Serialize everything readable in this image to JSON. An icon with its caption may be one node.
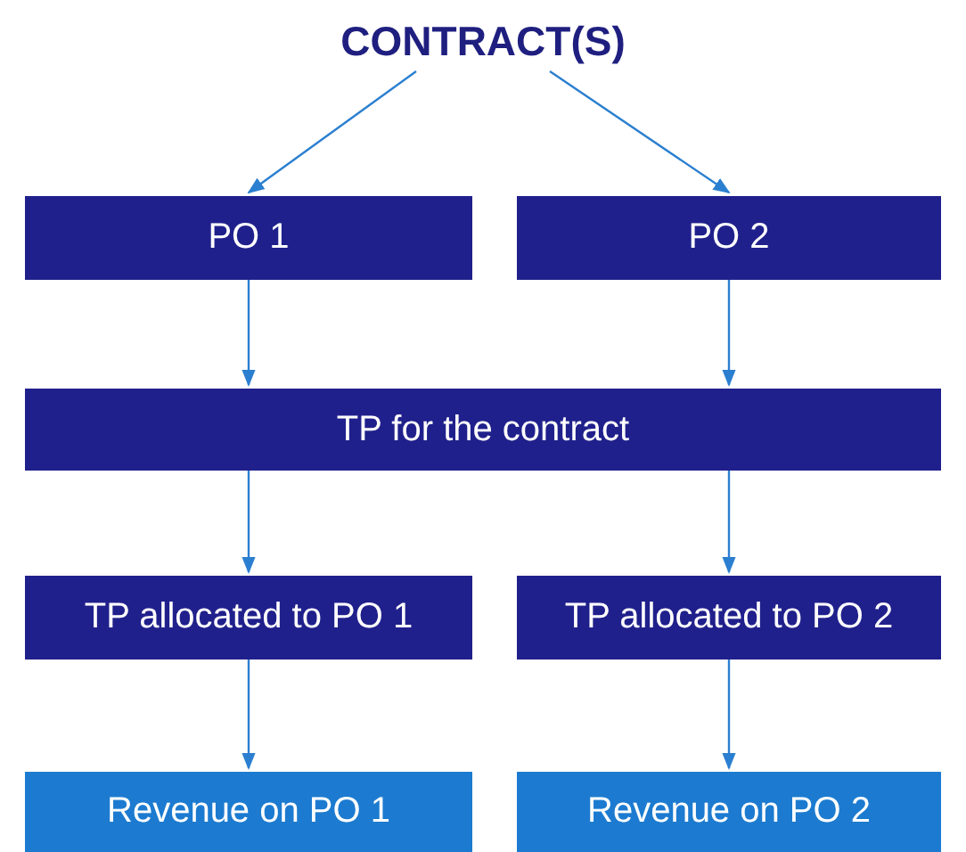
{
  "diagram": {
    "nodes": [
      {
        "text": [
          "CONTRACT(S)"
        ]
      },
      {
        "text": [
          "PO 1"
        ]
      },
      {
        "text": [
          "PO 2"
        ]
      },
      {
        "text": [
          "TP for the contract"
        ]
      },
      {
        "text": [
          "TP allocated to PO 1"
        ]
      },
      {
        "text": [
          "TP allocated to PO 2"
        ]
      },
      {
        "text": [
          "Revenue on PO 1"
        ]
      },
      {
        "text": [
          "Revenue on PO 2"
        ]
      }
    ],
    "edges": [
      {
        "from": 0,
        "to": 1,
        "arrow": "to"
      },
      {
        "from": 0,
        "to": 2,
        "arrow": "to"
      },
      {
        "from": 1,
        "to": 3,
        "arrow": "to"
      },
      {
        "from": 2,
        "to": 3,
        "arrow": "to"
      },
      {
        "from": 3,
        "to": 4,
        "arrow": "to"
      },
      {
        "from": 3,
        "to": 5,
        "arrow": "to"
      },
      {
        "from": 4,
        "to": 6,
        "arrow": "to"
      },
      {
        "from": 5,
        "to": 7,
        "arrow": "to"
      }
    ]
  }
}
